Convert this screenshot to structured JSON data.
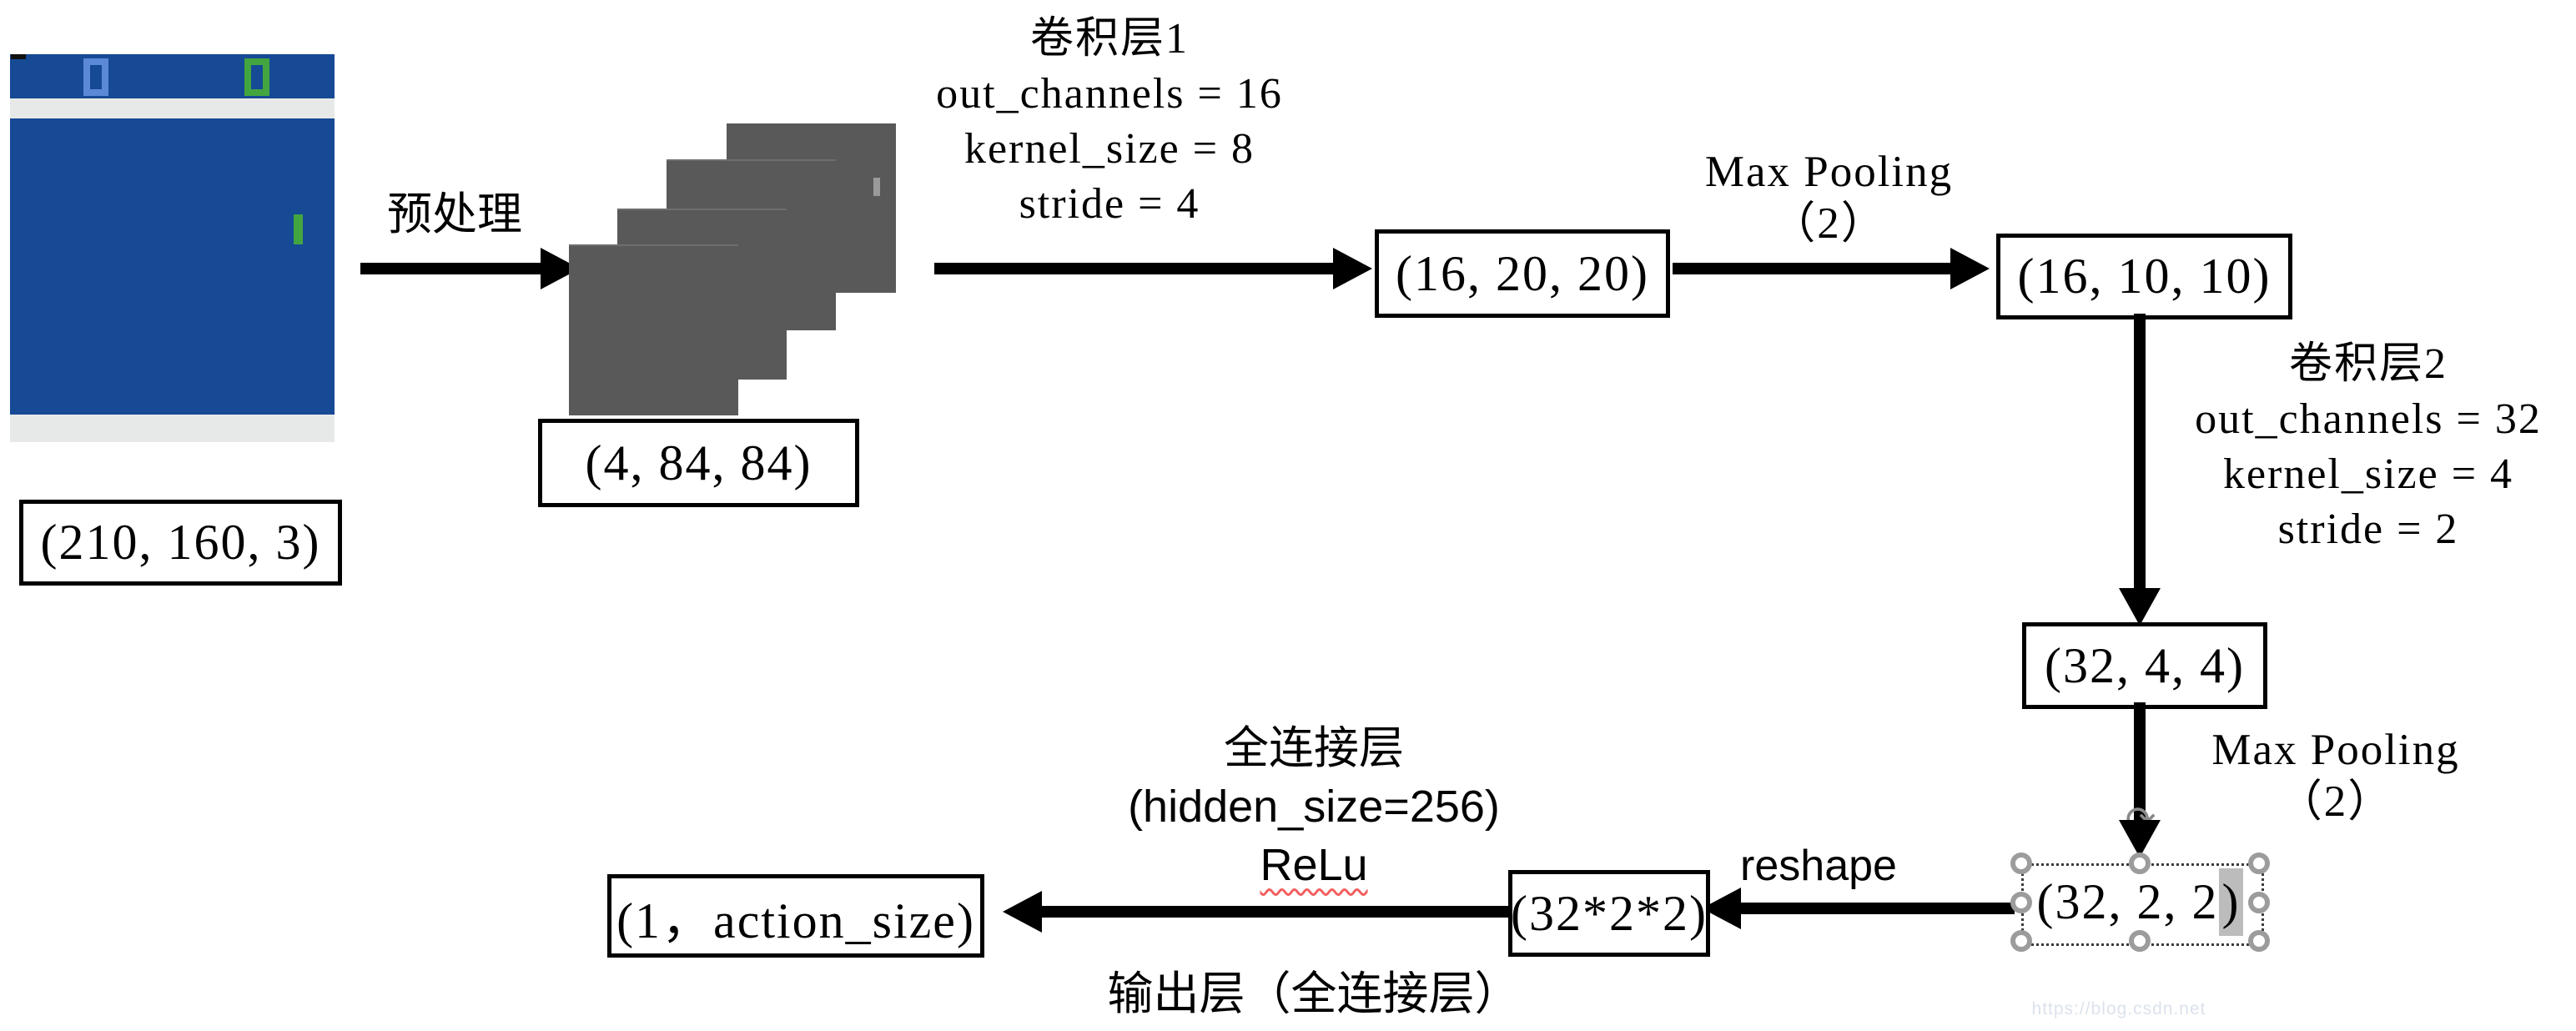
{
  "colors": {
    "game_blue": "#164a94",
    "game_stripe": "#e7e9e9",
    "score_left_blue": "#5c88d8",
    "game_green": "#43a53f",
    "frame_gray": "#595959",
    "handle_gray": "#9c9c9c",
    "highlight_gray": "#bcbcbc",
    "squiggle_red": "#f25f5f"
  },
  "game": {
    "score_left": "",
    "score_right": ""
  },
  "labels": {
    "preprocess": "预处理",
    "conv1": {
      "title": "卷积层1",
      "lines": [
        "out_channels = 16",
        "kernel_size = 8",
        "stride = 4"
      ]
    },
    "maxpool1": {
      "line1": "Max Pooling",
      "line2": "（2）"
    },
    "conv2": {
      "title": "卷积层2",
      "lines": [
        "out_channels = 32",
        "kernel_size = 4",
        "stride = 2"
      ]
    },
    "maxpool2": {
      "line1": "Max Pooling",
      "line2": "（2）"
    },
    "reshape": "reshape",
    "fc": {
      "line1": "全连接层",
      "line2": "(hidden_size=256)",
      "line3": "ReLu"
    },
    "output": "输出层（全连接层）"
  },
  "boxes": {
    "input": "(210, 160, 3)",
    "stacked": "(4, 84, 84)",
    "conv1_out": "(16, 20, 20)",
    "pool1_out": "(16, 10, 10)",
    "conv2_out": "(32, 4, 4)",
    "pool2_out_main": "(32, 2, 2",
    "pool2_out_paren": ")",
    "flatten": "(32*2*2)",
    "action": "(1，action_size)"
  },
  "watermark": "https://blog.csdn.net"
}
